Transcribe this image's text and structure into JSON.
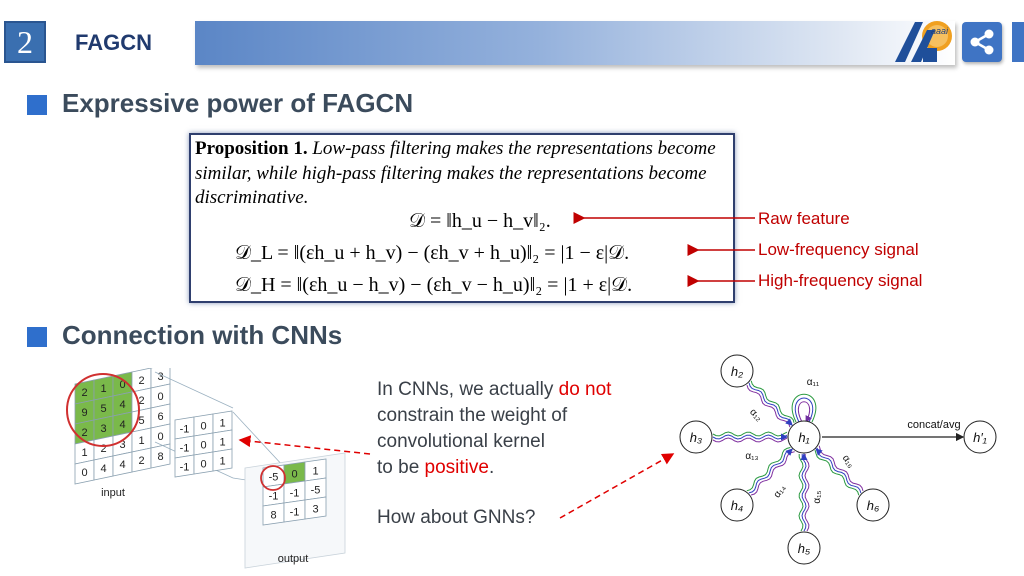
{
  "header": {
    "slide_number": "2",
    "title": "FAGCN",
    "logo_text": "aaai",
    "share_icon": "share-icon"
  },
  "section1": {
    "title": "Expressive power of FAGCN"
  },
  "proposition": {
    "label": "Proposition 1.",
    "text": "Low-pass filtering makes the representations become similar, while high-pass filtering makes the representations become discriminative.",
    "eq1": "𝒟 = ‖h_u − h_v‖₂.",
    "eq2": "𝒟_L = ‖(εh_u + h_v) − (εh_v + h_u)‖₂ = |1 − ε|𝒟.",
    "eq3": "𝒟_H = ‖(εh_u − h_v) − (εh_v − h_u)‖₂ = |1 + ε|𝒟."
  },
  "annotations": {
    "raw": "Raw feature",
    "low": "Low-frequency signal",
    "high": "High-frequency signal",
    "color": "#c00000"
  },
  "section2": {
    "title": "Connection with CNNs"
  },
  "cnn_text": {
    "line1_a": "In CNNs, we actually ",
    "line1_b": "do not",
    "line2": "constrain the weight of",
    "line3": "convolutional kernel",
    "line4_a": "to be ",
    "line4_b": "positive",
    "line4_c": ".",
    "question": "How about GNNs?"
  },
  "cnn_figure": {
    "input_label": "input",
    "output_label": "output",
    "input_grid": [
      [
        "2",
        "1",
        "0",
        "2",
        "3"
      ],
      [
        "9",
        "5",
        "4",
        "2",
        "0"
      ],
      [
        "2",
        "3",
        "4",
        "5",
        "6"
      ],
      [
        "1",
        "2",
        "3",
        "1",
        "0"
      ],
      [
        "0",
        "4",
        "4",
        "2",
        "8"
      ]
    ],
    "kernel": [
      [
        "-1",
        "0",
        "1"
      ],
      [
        "-1",
        "0",
        "1"
      ],
      [
        "-1",
        "0",
        "1"
      ]
    ],
    "output_grid": [
      [
        "-5",
        "0",
        "1"
      ],
      [
        "-1",
        "-1",
        "-5"
      ],
      [
        "8",
        "-1",
        "3"
      ]
    ]
  },
  "graph_figure": {
    "center": "h₁",
    "neighbors": [
      "h₂",
      "h₃",
      "h₄",
      "h₅",
      "h₆"
    ],
    "output_node": "h′₁",
    "edge_labels": [
      "α₁₁",
      "α₁₂",
      "α₁₃",
      "α₁₄",
      "α₁₅",
      "α₁₆"
    ],
    "concat_label": "concat/avg"
  },
  "colors": {
    "accent": "#2f6fcc",
    "green_cell": "#7ab94a",
    "red": "#e00000"
  }
}
